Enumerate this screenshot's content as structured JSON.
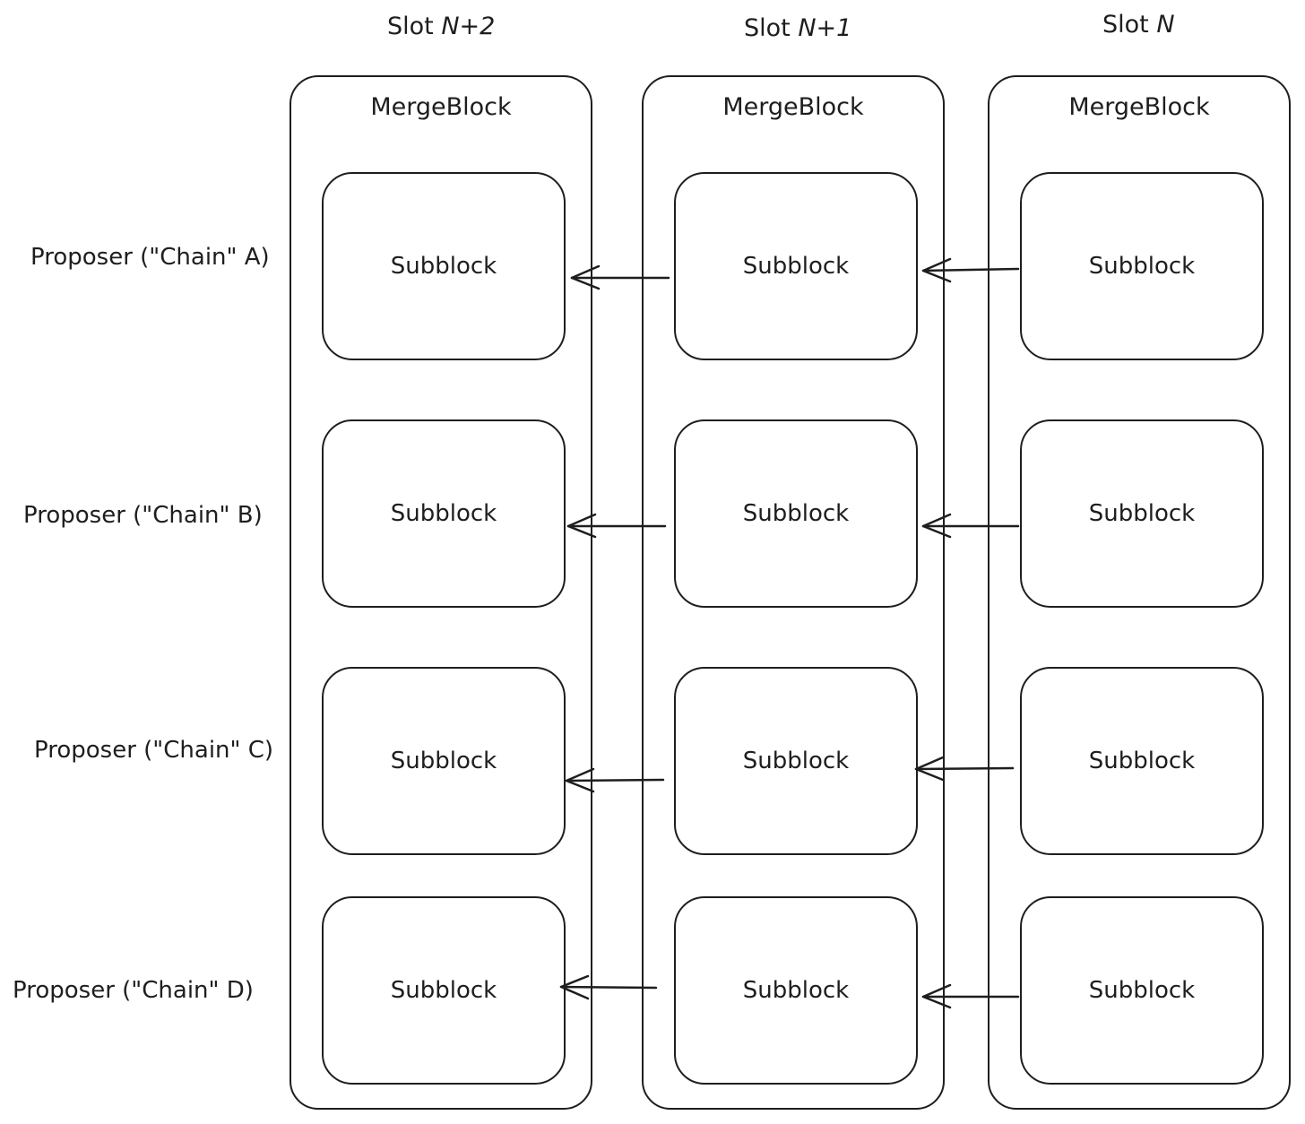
{
  "slots": [
    {
      "prefix": "Slot ",
      "var": "N+2",
      "merge_block": "MergeBlock"
    },
    {
      "prefix": "Slot ",
      "var": "N+1",
      "merge_block": "MergeBlock"
    },
    {
      "prefix": "Slot ",
      "var": "N",
      "merge_block": "MergeBlock"
    }
  ],
  "subblock_label": "Subblock",
  "proposers": [
    {
      "label": "Proposer (\"Chain\" A)"
    },
    {
      "label": "Proposer (\"Chain\" B)"
    },
    {
      "label": "Proposer (\"Chain\" C)"
    },
    {
      "label": "Proposer (\"Chain\" D)"
    }
  ],
  "colors": {
    "stroke": "#1e1e1e",
    "background": "#ffffff"
  }
}
